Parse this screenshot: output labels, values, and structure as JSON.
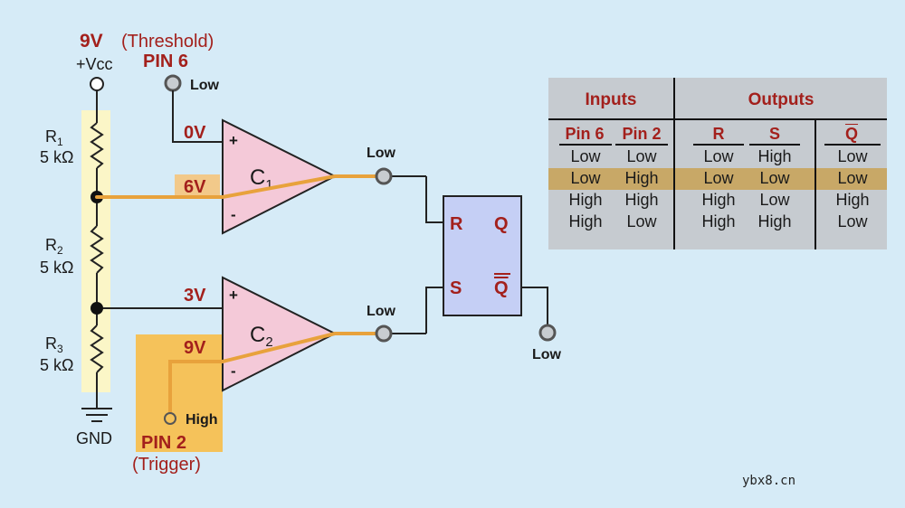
{
  "supply": {
    "voltage": "9V",
    "label": "+Vcc"
  },
  "threshold": {
    "name": "(Threshold)",
    "pin": "PIN 6",
    "state": "Low"
  },
  "trigger": {
    "name": "(Trigger)",
    "pin": "PIN 2",
    "state": "High"
  },
  "resistors": [
    {
      "name": "R",
      "sub": "1",
      "value": "5 kΩ"
    },
    {
      "name": "R",
      "sub": "2",
      "value": "5 kΩ"
    },
    {
      "name": "R",
      "sub": "3",
      "value": "5 kΩ"
    }
  ],
  "ground": {
    "label": "GND"
  },
  "comparators": [
    {
      "name": "C",
      "sub": "1",
      "plus_voltage": "0V",
      "minus_voltage": "6V",
      "output_state": "Low"
    },
    {
      "name": "C",
      "sub": "2",
      "plus_voltage": "3V",
      "minus_voltage": "9V",
      "output_state": "Low"
    }
  ],
  "flipflop": {
    "r": "R",
    "s": "S",
    "q": "Q",
    "qbar": "Q",
    "output_state": "Low"
  },
  "table": {
    "inputs_header": "Inputs",
    "outputs_header": "Outputs",
    "columns": [
      "Pin 6",
      "Pin 2",
      "R",
      "S",
      "Q"
    ],
    "rows": [
      [
        "Low",
        "Low",
        "Low",
        "High",
        "Low"
      ],
      [
        "Low",
        "High",
        "Low",
        "Low",
        "Low"
      ],
      [
        "High",
        "High",
        "High",
        "Low",
        "High"
      ],
      [
        "High",
        "Low",
        "High",
        "High",
        "Low"
      ]
    ],
    "highlight_row": 1
  },
  "colors": {
    "background": "#d6ebf7",
    "signal": "#e8a23c",
    "label_red": "#a3201c",
    "comparator_fill": "#f4c9d8",
    "flipflop_fill": "#c5cff5",
    "divider_band": "#fbf6c7",
    "trigger_box": "#f5c25a",
    "table_bg": "#c6cbd0",
    "table_highlight": "#c8a867"
  },
  "watermark": "ybx8.cn"
}
